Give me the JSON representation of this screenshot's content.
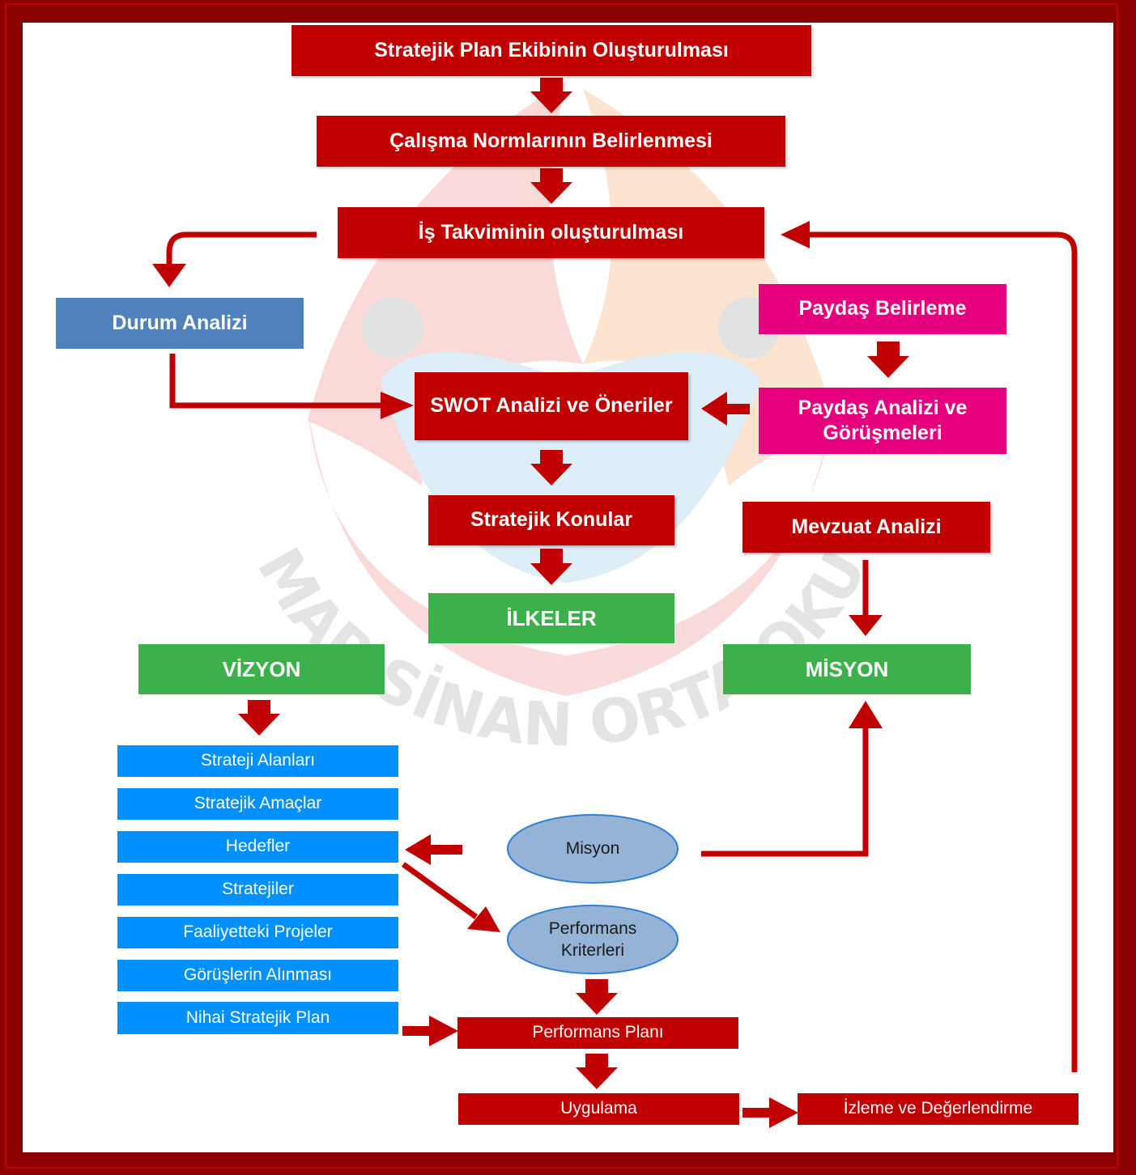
{
  "watermark": {
    "text": "MİMAR SİNAN ORTA OKULU"
  },
  "steps": {
    "ekip": "Stratejik Plan Ekibinin Oluşturulması",
    "normlar": "Çalışma Normlarının Belirlenmesi",
    "takvim": "İş Takviminin oluşturulması",
    "durum": "Durum Analizi",
    "paydas_belirleme": "Paydaş Belirleme",
    "swot": "SWOT Analizi ve Öneriler",
    "paydas_analizi": "Paydaş Analizi ve Görüşmeleri",
    "konular": "Stratejik Konular",
    "mevzuat": "Mevzuat Analizi",
    "ilkeler": "İLKELER",
    "vizyon": "VİZYON",
    "misyon_box": "MİSYON",
    "misyon_oval": "Misyon",
    "performans_kriterleri": "Performans Kriterleri",
    "performans_plani": "Performans Planı",
    "uygulama": "Uygulama",
    "izleme": "İzleme ve Değerlendirme"
  },
  "list": [
    "Strateji Alanları",
    "Stratejik Amaçlar",
    "Hedefler",
    "Stratejiler",
    "Faaliyetteki Projeler",
    "Görüşlerin Alınması",
    "Nihai Stratejik Plan"
  ],
  "colors": {
    "frame": "#8b0000",
    "red": "#c00000",
    "arrow": "#c00000",
    "green": "#3cb04a",
    "pink": "#e6007e",
    "steel_blue": "#4f81bd",
    "list_blue": "#0090ff",
    "oval": "#95b3d7"
  }
}
